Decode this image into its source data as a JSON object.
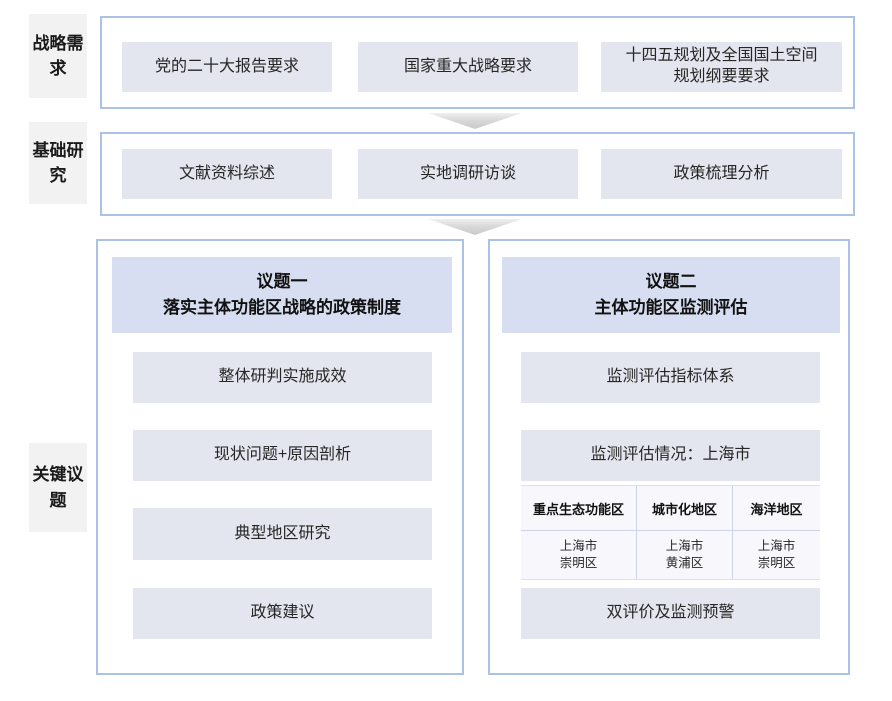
{
  "rows": {
    "strategic": {
      "label": "战略需求",
      "boxes": [
        {
          "lines": [
            "党的二十大报告要求"
          ]
        },
        {
          "lines": [
            "国家重大战略要求"
          ]
        },
        {
          "lines": [
            "十四五规划及全国国土空间",
            "规划纲要要求"
          ]
        }
      ]
    },
    "research": {
      "label": "基础研究",
      "boxes": [
        {
          "lines": [
            "文献资料综述"
          ]
        },
        {
          "lines": [
            "实地调研访谈"
          ]
        },
        {
          "lines": [
            "政策梳理分析"
          ]
        }
      ]
    },
    "topics": {
      "label": "关键议题",
      "topic1": {
        "title": {
          "lines": [
            "议题一",
            "落实主体功能区战略的政策制度"
          ]
        },
        "items": [
          "整体研判实施成效",
          "现状问题+原因剖析",
          "典型地区研究",
          "政策建议"
        ]
      },
      "topic2": {
        "title": {
          "lines": [
            "议题二",
            "主体功能区监测评估"
          ]
        },
        "items": [
          "监测评估指标体系",
          "监测评估情况：上海市"
        ],
        "table": {
          "headers": [
            "重点生态功能区",
            "城市化地区",
            "海洋地区"
          ],
          "rows": [
            [
              [
                "上海市",
                "崇明区"
              ],
              [
                "上海市",
                "黄浦区"
              ],
              [
                "上海市",
                "崇明区"
              ]
            ]
          ]
        },
        "footer_item": "双评价及监测预警"
      }
    }
  },
  "colors": {
    "container_border": "#aac2e6",
    "title_box_fill": "#d7def1",
    "item_box_fill": "#e3e6ee",
    "side_label_fill": "#f2f2f2",
    "table_fill": "#f8f8fc",
    "table_border": "#ccd2ea",
    "arrow_fill": "#d9d9d9",
    "text": "#1f1f1f"
  }
}
